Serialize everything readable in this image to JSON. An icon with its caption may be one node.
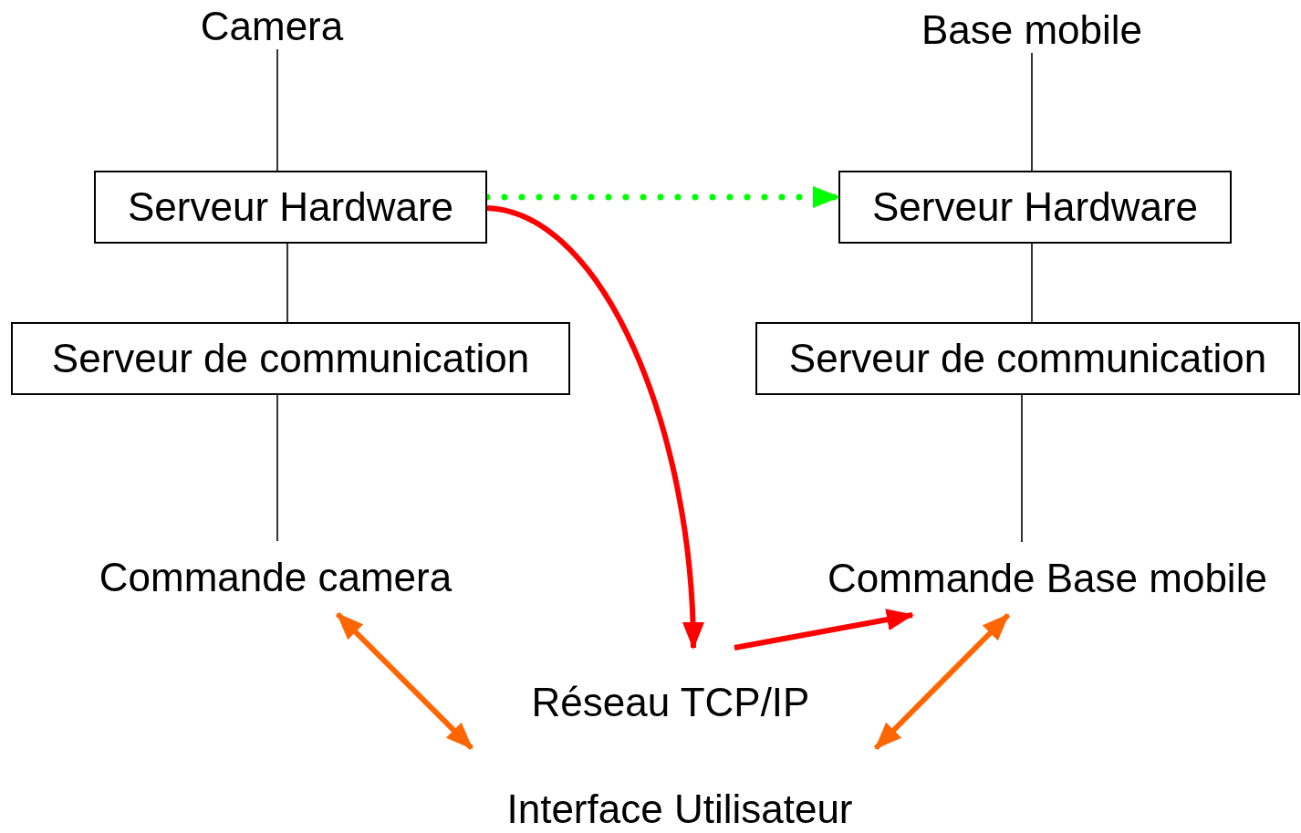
{
  "diagram": {
    "nodes": [
      {
        "text": [
          "Camera"
        ]
      },
      {
        "text": [
          "Serveur Hardware"
        ]
      },
      {
        "text": [
          "Serveur de communication"
        ]
      },
      {
        "text": [
          "Commande camera"
        ]
      },
      {
        "text": [
          "Base mobile"
        ]
      },
      {
        "text": [
          "Serveur Hardware"
        ]
      },
      {
        "text": [
          "Serveur de communication"
        ]
      },
      {
        "text": [
          "Commande Base mobile"
        ]
      },
      {
        "text": [
          "Réseau TCP/IP"
        ]
      },
      {
        "text": [
          "Interface Utilisateur"
        ]
      }
    ],
    "edges": [
      {
        "from": 0,
        "to": 1,
        "arrow": "none"
      },
      {
        "from": 1,
        "to": 2,
        "arrow": "none"
      },
      {
        "from": 2,
        "to": 3,
        "arrow": "none"
      },
      {
        "from": 4,
        "to": 5,
        "arrow": "none"
      },
      {
        "from": 5,
        "to": 6,
        "arrow": "none"
      },
      {
        "from": 6,
        "to": 7,
        "arrow": "none"
      },
      {
        "from": 1,
        "to": 5,
        "arrow": "to",
        "style": "dashed",
        "color": "#00ff00"
      },
      {
        "from": 1,
        "to": 8,
        "arrow": "to",
        "style": "thick",
        "color": "#ff0000"
      },
      {
        "from": 8,
        "to": 7,
        "arrow": "to",
        "style": "thick",
        "color": "#ff0000"
      },
      {
        "from": 3,
        "to": 9,
        "arrow": "both",
        "style": "thick",
        "color": "#ff6600"
      },
      {
        "from": 7,
        "to": 9,
        "arrow": "both",
        "style": "thick",
        "color": "#ff6600"
      }
    ]
  }
}
